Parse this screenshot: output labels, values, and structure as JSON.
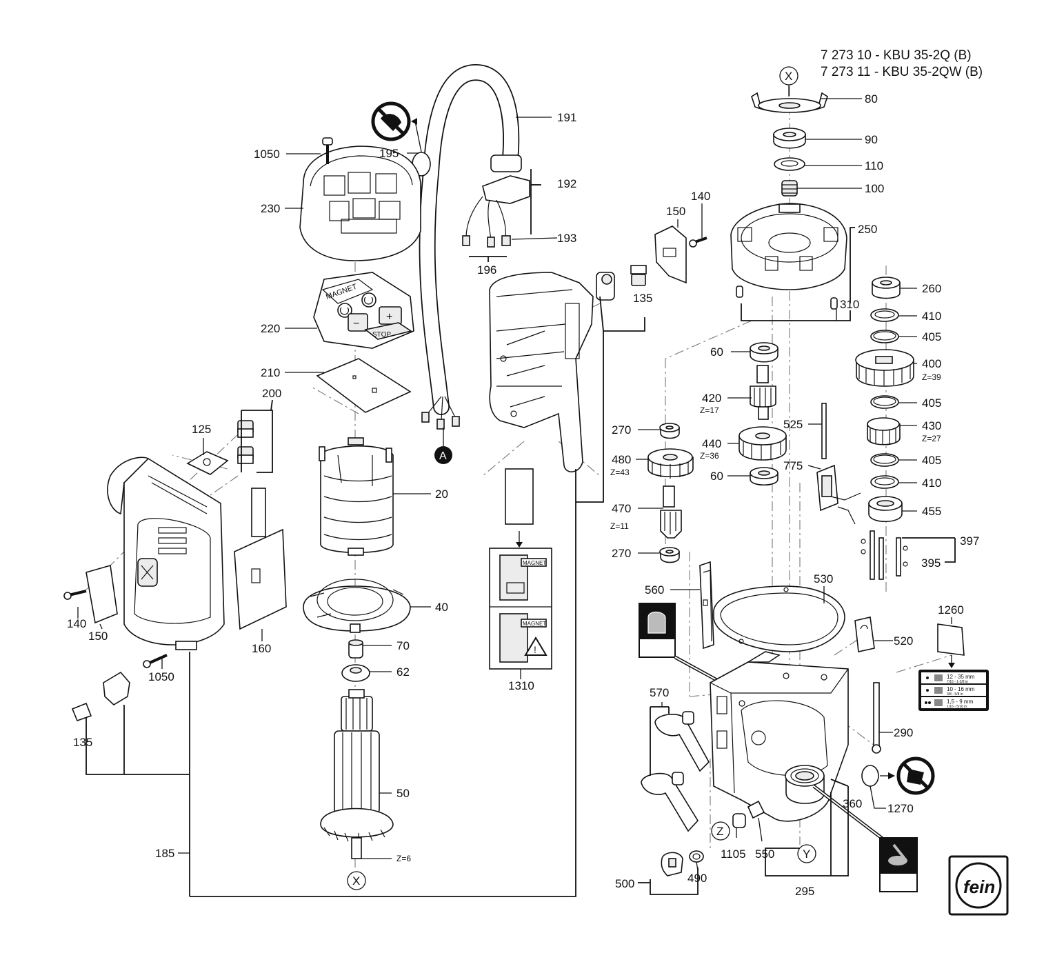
{
  "header": {
    "model_line_1": "7 273 10 - KBU 35-2Q (B)",
    "model_line_2": "7 273 11 - KBU 35-2QW (B)"
  },
  "labels": {
    "p80": "80",
    "p90": "90",
    "p110": "110",
    "p100": "100",
    "p250": "250",
    "p260": "260",
    "p410a": "410",
    "p405a": "405",
    "p400": "400",
    "z39": "Z=39",
    "p405b": "405",
    "p430": "430",
    "z27": "Z=27",
    "p405c": "405",
    "p410b": "410",
    "p455": "455",
    "p397": "397",
    "p395": "395",
    "p310": "310",
    "p191": "191",
    "p192": "192",
    "p193": "193",
    "p196": "196",
    "p195": "195",
    "p1050a": "1050",
    "p230": "230",
    "p220": "220",
    "p210": "210",
    "p200": "200",
    "p125": "125",
    "p20": "20",
    "p40": "40",
    "p70": "70",
    "p62": "62",
    "p50": "50",
    "z6": "Z=6",
    "p185": "185",
    "p140a": "140",
    "p150a": "150",
    "p160": "160",
    "p1050b": "1050",
    "p135a": "135",
    "p140b": "140",
    "p150b": "150",
    "p135b": "135",
    "p60a": "60",
    "p420": "420",
    "z17": "Z=17",
    "p270a": "270",
    "p440": "440",
    "z36": "Z=36",
    "p480": "480",
    "z43": "Z=43",
    "p60b": "60",
    "p470": "470",
    "z11": "Z=11",
    "p270b": "270",
    "p525": "525",
    "p775": "775",
    "p560": "560",
    "p530": "530",
    "p520": "520",
    "p1260": "1260",
    "p570": "570",
    "p290": "290",
    "p1270": "1270",
    "p360": "360",
    "p1105": "1105",
    "p550": "550",
    "p295": "295",
    "p500": "500",
    "p490": "490",
    "p1310": "1310"
  },
  "callouts": {
    "x_top": "X",
    "x_bottom": "X",
    "a": "A",
    "y": "Y",
    "z": "Z"
  },
  "keypad": {
    "magnet": "MAGNET",
    "stop": "STOP",
    "plus": "+",
    "minus": "−"
  },
  "warning_card": {
    "magnet_1": "MAGNET",
    "magnet_2": "MAGNET"
  },
  "spec_plate": {
    "row1_main": "12 - 35 mm",
    "row1_sub": "7/16 - 1-3/8 in",
    "row2_main": "10 - 16 mm",
    "row2_sub": "3/8 - 5/8 in",
    "row3_main": "1,5 - 9 mm",
    "row3_sub": "1/16 - 5/16 in"
  },
  "logo": {
    "text": "fein"
  }
}
